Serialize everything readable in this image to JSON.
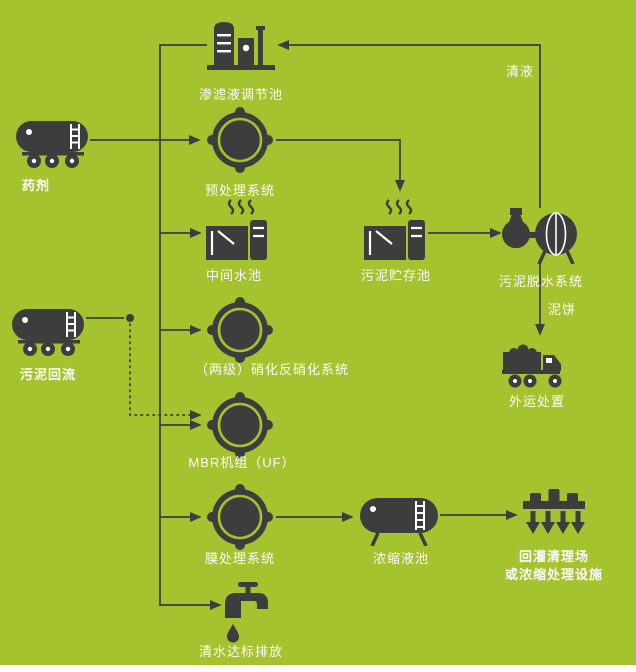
{
  "colors": {
    "background": "#a4c32e",
    "ink": "#3d3d3d",
    "label": "#ffffff"
  },
  "nodes": {
    "leachate_pool": {
      "label": "渗滤液调节池"
    },
    "chemical": {
      "label": "药剂"
    },
    "pretreatment": {
      "label": "预处理系统"
    },
    "intermediate_pool": {
      "label": "中间水池"
    },
    "sludge_storage": {
      "label": "污泥贮存池"
    },
    "sludge_dewatering": {
      "label": "污泥脱水系统"
    },
    "sludge_return": {
      "label": "污泥回流"
    },
    "nitrification": {
      "label": "（两级）硝化反硝化系统"
    },
    "outbound": {
      "label": "外运处置"
    },
    "mbr": {
      "label": "MBR机组（UF）"
    },
    "membrane": {
      "label": "膜处理系统"
    },
    "concentrate_pool": {
      "label": "浓缩液池"
    },
    "reinjection": {
      "label_line1": "回灌清理场",
      "label_line2": "或浓缩处理设施"
    },
    "clean_water": {
      "label": "清水达标排放"
    }
  },
  "flow_labels": {
    "clear_liquid": "清液",
    "mud_cake": "泥饼"
  },
  "flow": [
    {
      "from": "渗滤液调节池",
      "to": "预处理系统",
      "style": "solid"
    },
    {
      "from": "药剂",
      "to": "预处理系统",
      "style": "solid"
    },
    {
      "from": "预处理系统",
      "to": "中间水池",
      "style": "solid"
    },
    {
      "from": "预处理系统",
      "to": "污泥贮存池",
      "style": "solid"
    },
    {
      "from": "污泥贮存池",
      "to": "污泥脱水系统",
      "style": "solid"
    },
    {
      "from": "污泥脱水系统",
      "to": "渗滤液调节池",
      "style": "solid",
      "label": "清液"
    },
    {
      "from": "污泥脱水系统",
      "to": "外运处置",
      "style": "solid",
      "label": "泥饼"
    },
    {
      "from": "中间水池",
      "to": "（两级）硝化反硝化系统",
      "style": "solid"
    },
    {
      "from": "污泥回流",
      "to": "MBR机组（UF）",
      "style": "dashed"
    },
    {
      "from": "（两级）硝化反硝化系统",
      "to": "MBR机组（UF）",
      "style": "solid"
    },
    {
      "from": "MBR机组（UF）",
      "to": "膜处理系统",
      "style": "solid"
    },
    {
      "from": "膜处理系统",
      "to": "浓缩液池",
      "style": "solid"
    },
    {
      "from": "浓缩液池",
      "to": "回灌清理场或浓缩处理设施",
      "style": "solid"
    },
    {
      "from": "膜处理系统",
      "to": "清水达标排放",
      "style": "solid"
    }
  ]
}
